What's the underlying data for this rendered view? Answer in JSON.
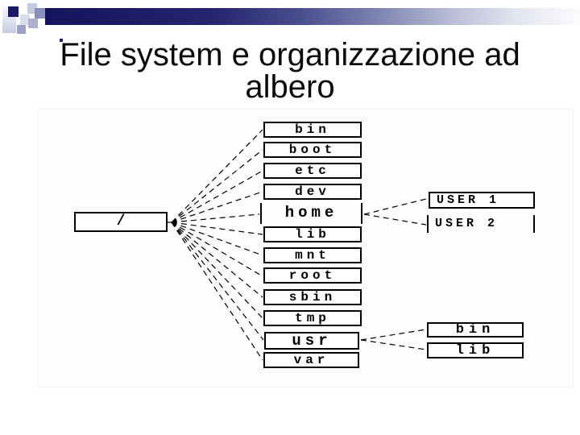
{
  "slide": {
    "title": "File system e organizzazione ad albero"
  },
  "diagram": {
    "root": "/",
    "directories": [
      "bin",
      "boot",
      "etc",
      "dev",
      "home",
      "lib",
      "mnt",
      "root",
      "sbin",
      "tmp",
      "usr",
      "var"
    ],
    "home_children": [
      "USER 1",
      "USER 2"
    ],
    "usr_children": [
      "bin",
      "lib"
    ]
  },
  "colors": {
    "accent_navy": "#1a1a66",
    "line_color": "#000000",
    "background": "#ffffff"
  }
}
